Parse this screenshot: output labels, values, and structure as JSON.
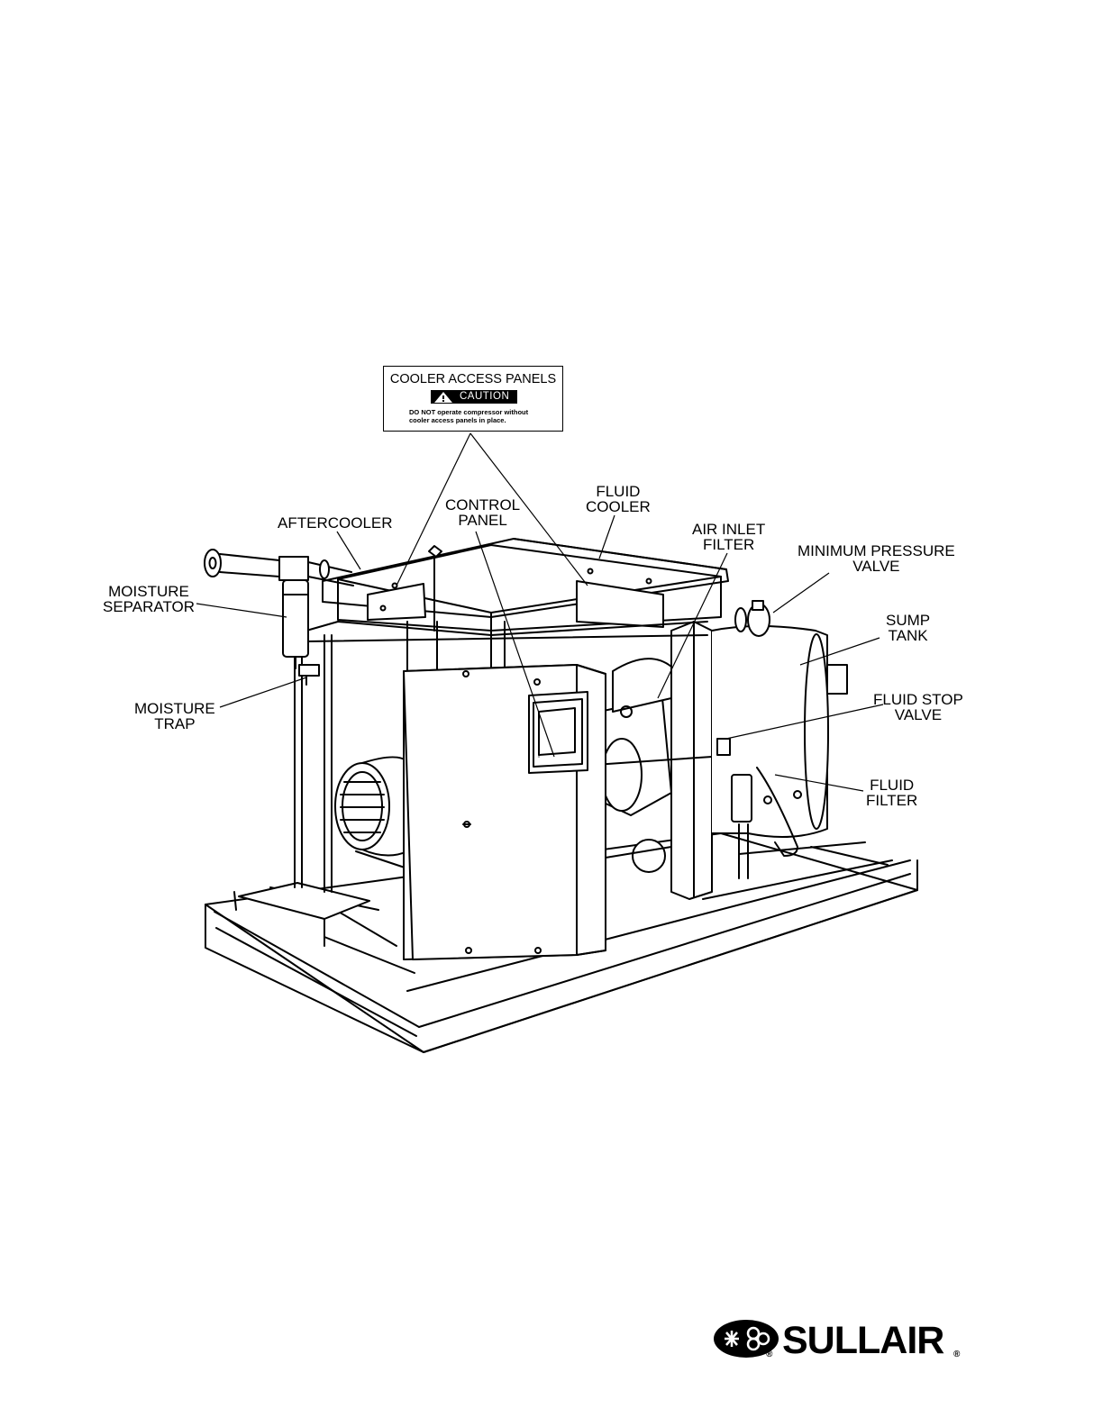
{
  "caution_label": {
    "title": "COOLER ACCESS PANELS",
    "banner": "CAUTION",
    "message_line1": "DO NOT operate compressor without",
    "message_line2": "cooler access panels in place."
  },
  "callouts": {
    "aftercooler": [
      "AFTERCOOLER"
    ],
    "control_panel": [
      "CONTROL",
      "PANEL"
    ],
    "fluid_cooler": [
      "FLUID",
      "COOLER"
    ],
    "air_inlet_filter": [
      "AIR INLET",
      "FILTER"
    ],
    "minimum_pressure_valve": [
      "MINIMUM PRESSURE",
      "VALVE"
    ],
    "moisture_separator": [
      "MOISTURE",
      "SEPARATOR"
    ],
    "sump_tank": [
      "SUMP",
      "TANK"
    ],
    "moisture_trap": [
      "MOISTURE",
      "TRAP"
    ],
    "fluid_stop_valve": [
      "FLUID STOP",
      "VALVE"
    ],
    "fluid_filter": [
      "FLUID",
      "FILTER"
    ]
  },
  "logo": {
    "brand": "SULLAIR",
    "reg_mark": "®",
    "icon": "sullair-emblem-icon"
  }
}
